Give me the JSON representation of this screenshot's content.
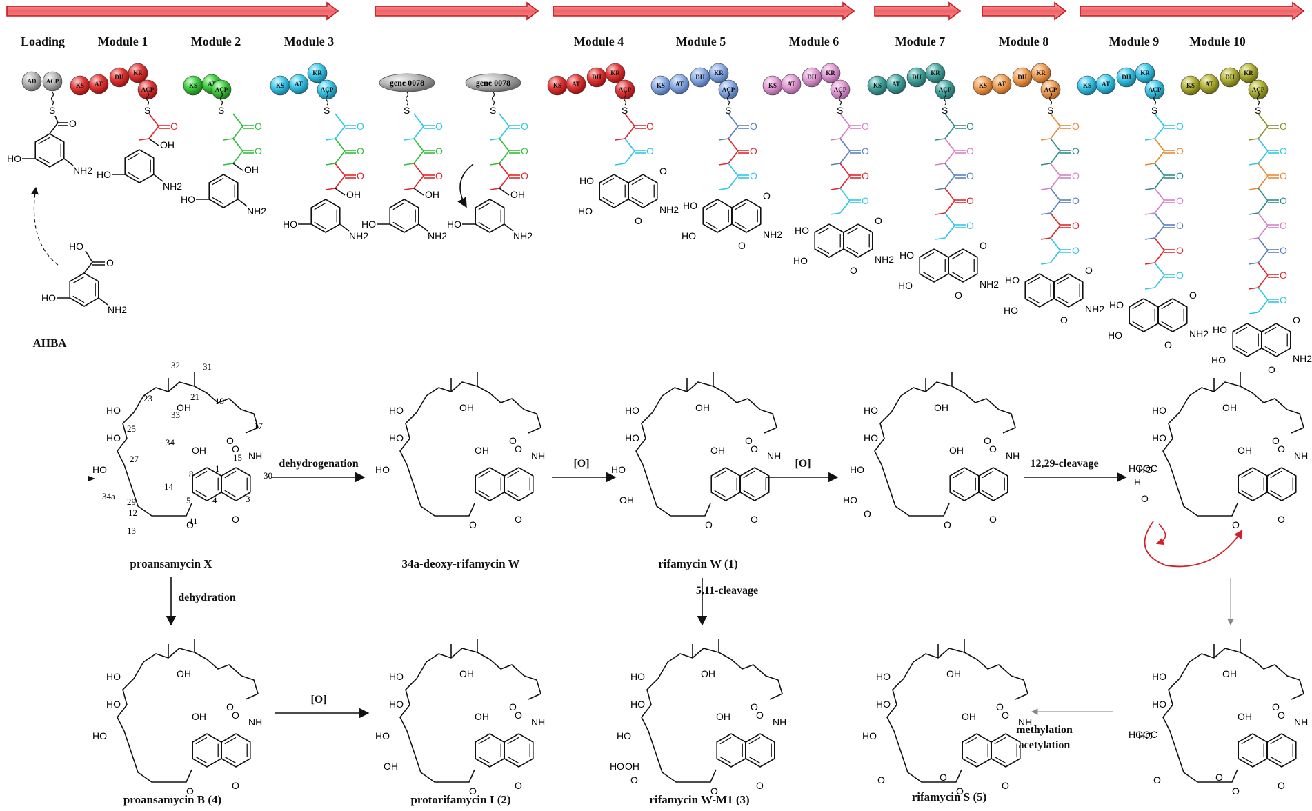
{
  "modules": [
    "Loading",
    "Module 1",
    "Module 2",
    "Module 3",
    "Module 4",
    "Module 5",
    "Module 6",
    "Module 7",
    "Module 8",
    "Module 9",
    "Module 10"
  ],
  "gene_label": "gene 0078",
  "starter": "AHBA",
  "domains": {
    "ad": "AD",
    "acp": "ACP",
    "ks": "KS",
    "at": "AT",
    "dh": "DH",
    "kr": "KR"
  },
  "atoms": {
    "ho": "HO",
    "oh": "OH",
    "nh2": "NH2",
    "nh": "NH",
    "o": "O",
    "s": "S",
    "h": "H",
    "hooc": "HOOC",
    "ho2c": "HO"
  },
  "compounds": {
    "proansamycin_x": "proansamycin X",
    "deoxy_w": "34a-deoxy-rifamycin W",
    "rif_w": "rifamycin W (1)",
    "proansamycin_b": "proansamycin B (4)",
    "protorifamycin": "protorifamycin I (2)",
    "rif_w_m1": "rifamycin W-M1 (3)",
    "rif_s": "rifamycin S (5)"
  },
  "reactions": {
    "dehydrogenation": "dehydrogenation",
    "oxidation": "[O]",
    "cleavage_1229": "12,29-cleavage",
    "dehydration": "dehydration",
    "cleavage_511": "5,11-cleavage",
    "methylation": "methylation",
    "acetylation": "acetylation"
  },
  "numbering": [
    "32",
    "31",
    "21",
    "23",
    "19",
    "33",
    "25",
    "17",
    "34",
    "15",
    "30",
    "27",
    "8",
    "1",
    "14",
    "34a",
    "3",
    "29",
    "12",
    "5",
    "4",
    "11",
    "13"
  ],
  "colors": {
    "red": "#e0262b",
    "green": "#2fbe3a",
    "cyan": "#2fc7e8",
    "blue": "#5a7fc0",
    "pink": "#d77fc6",
    "teal": "#2d8c88",
    "orange": "#e88a33",
    "olive": "#8c8c20",
    "grey": "#a0a0a0",
    "arrow_fill": "#f0787a",
    "arrow_edge": "#c8181e"
  }
}
